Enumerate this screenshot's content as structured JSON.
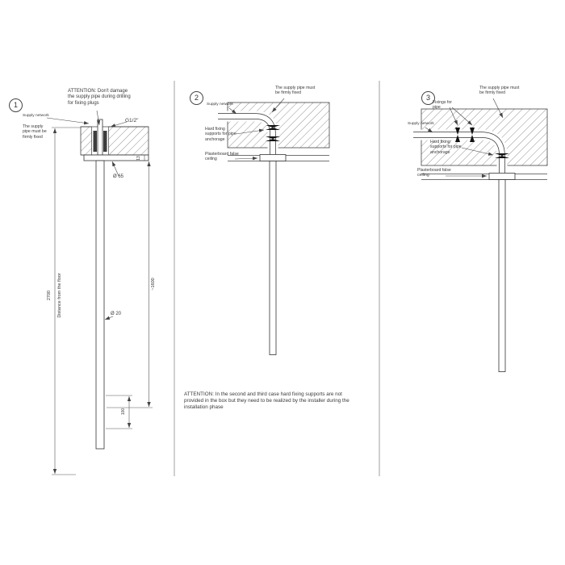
{
  "figure": {
    "case1": {
      "number": "1",
      "attention": "ATTENTION: Don't damage the supply pipe during drilling for fixing plugs",
      "supply_network": "Supply network",
      "firmly_fixed": "The supply pipe must be firmly fixed",
      "thread": "G1/2\"",
      "dim_thickness": "13",
      "dim_plate_diameter": "Ø 65",
      "dim_pipe_diameter": "Ø 20",
      "dim_total_height": "2700",
      "dim_total_height_label": "Distance from the floor",
      "dim_pipe_length": "~1600",
      "dim_bottom_section": "100"
    },
    "case2": {
      "number": "2",
      "firmly_fixed": "The supply pipe must be firmly fixed",
      "supply_network": "Supply network",
      "hard_fixing": "Hard fixing supports for pipe anchorage",
      "plasterboard": "Plasterboard false ceiling"
    },
    "case3": {
      "number": "3",
      "firmly_fixed": "The supply pipe must be firmly fixed",
      "fixings": "Fixings for pipe",
      "supply_network": "Supply network",
      "hard_fixing": "Hard fixing supports for pipe anchorage",
      "plasterboard": "Plasterboard false ceiling"
    },
    "attention_bottom": "ATTENTION: In the second and third case hard fixing supports are not provided in the box but they need to be realized by the installer during the installation phase"
  }
}
